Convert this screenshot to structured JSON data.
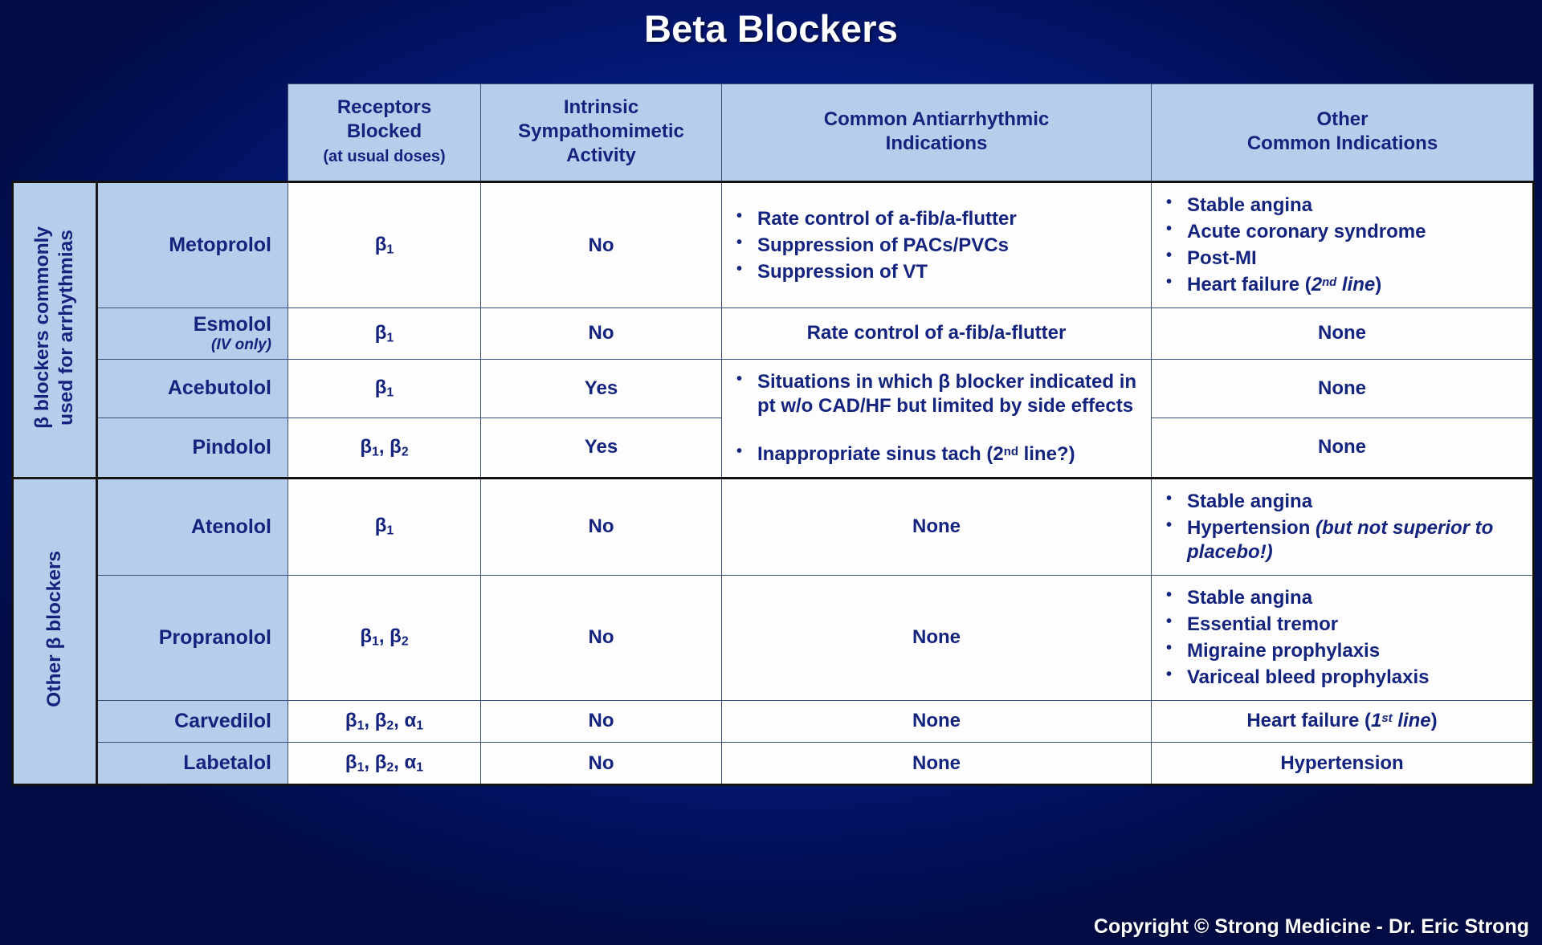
{
  "slide": {
    "title": "Beta Blockers",
    "copyright": "Copyright © Strong Medicine - Dr. Eric Strong",
    "colors": {
      "background_dark": "#010b44",
      "background_mid": "#0a2ab0",
      "header_fill": "#b6cdec",
      "text_blue": "#15237d",
      "cell_fill": "#fdfdfd",
      "grid_line": "#3c4f7a",
      "title_white": "#ffffff"
    }
  },
  "table": {
    "headers": {
      "group_corner": "",
      "drug_corner": "",
      "receptors_line1": "Receptors",
      "receptors_line2": "Blocked",
      "receptors_sub": "(at usual doses)",
      "isa_line1": "Intrinsic",
      "isa_line2": "Sympathomimetic",
      "isa_line3": "Activity",
      "antiarrhythmic_line1": "Common Antiarrhythmic",
      "antiarrhythmic_line2": "Indications",
      "other_line1": "Other",
      "other_line2": "Common Indications"
    },
    "groups": [
      {
        "label": "β blockers commonly\nused for arrhythmias"
      },
      {
        "label": "Other β blockers"
      }
    ],
    "rows": [
      {
        "drug": "Metoprolol",
        "drug_note": "",
        "receptors": "β₁",
        "isa": "No",
        "antiarrhythmic": [
          "Rate control of a-fib/a-flutter",
          "Suppression of PACs/PVCs",
          "Suppression of VT"
        ],
        "other": [
          "Stable angina",
          "Acute coronary syndrome",
          "Post-MI",
          "Heart failure (2nd line)"
        ]
      },
      {
        "drug": "Esmolol",
        "drug_note": "(IV only)",
        "receptors": "β₁",
        "isa": "No",
        "antiarrhythmic": [
          "Rate control of a-fib/a-flutter"
        ],
        "other": [
          "None"
        ]
      },
      {
        "drug": "Acebutolol",
        "drug_note": "",
        "receptors": "β₁",
        "isa": "Yes",
        "antiarrhythmic": [
          "Situations in which β blocker indicated in pt w/o CAD/HF but limited by side effects",
          "Inappropriate sinus tach (2nd line?)"
        ],
        "other": [
          "None"
        ]
      },
      {
        "drug": "Pindolol",
        "drug_note": "",
        "receptors": "β₁, β₂",
        "isa": "Yes",
        "antiarrhythmic": [],
        "other": [
          "None"
        ]
      },
      {
        "drug": "Atenolol",
        "drug_note": "",
        "receptors": "β₁",
        "isa": "No",
        "antiarrhythmic": [
          "None"
        ],
        "other": [
          "Stable angina",
          "Hypertension (but not superior to placebo!)"
        ]
      },
      {
        "drug": "Propranolol",
        "drug_note": "",
        "receptors": "β₁, β₂",
        "isa": "No",
        "antiarrhythmic": [
          "None"
        ],
        "other": [
          "Stable angina",
          "Essential tremor",
          "Migraine prophylaxis",
          "Variceal bleed prophylaxis"
        ]
      },
      {
        "drug": "Carvedilol",
        "drug_note": "",
        "receptors": "β₁, β₂, α₁",
        "isa": "No",
        "antiarrhythmic": [
          "None"
        ],
        "other": [
          "Heart failure (1st line)"
        ]
      },
      {
        "drug": "Labetalol",
        "drug_note": "",
        "receptors": "β₁, β₂, α₁",
        "isa": "No",
        "antiarrhythmic": [
          "None"
        ],
        "other": [
          "Hypertension"
        ]
      }
    ]
  }
}
